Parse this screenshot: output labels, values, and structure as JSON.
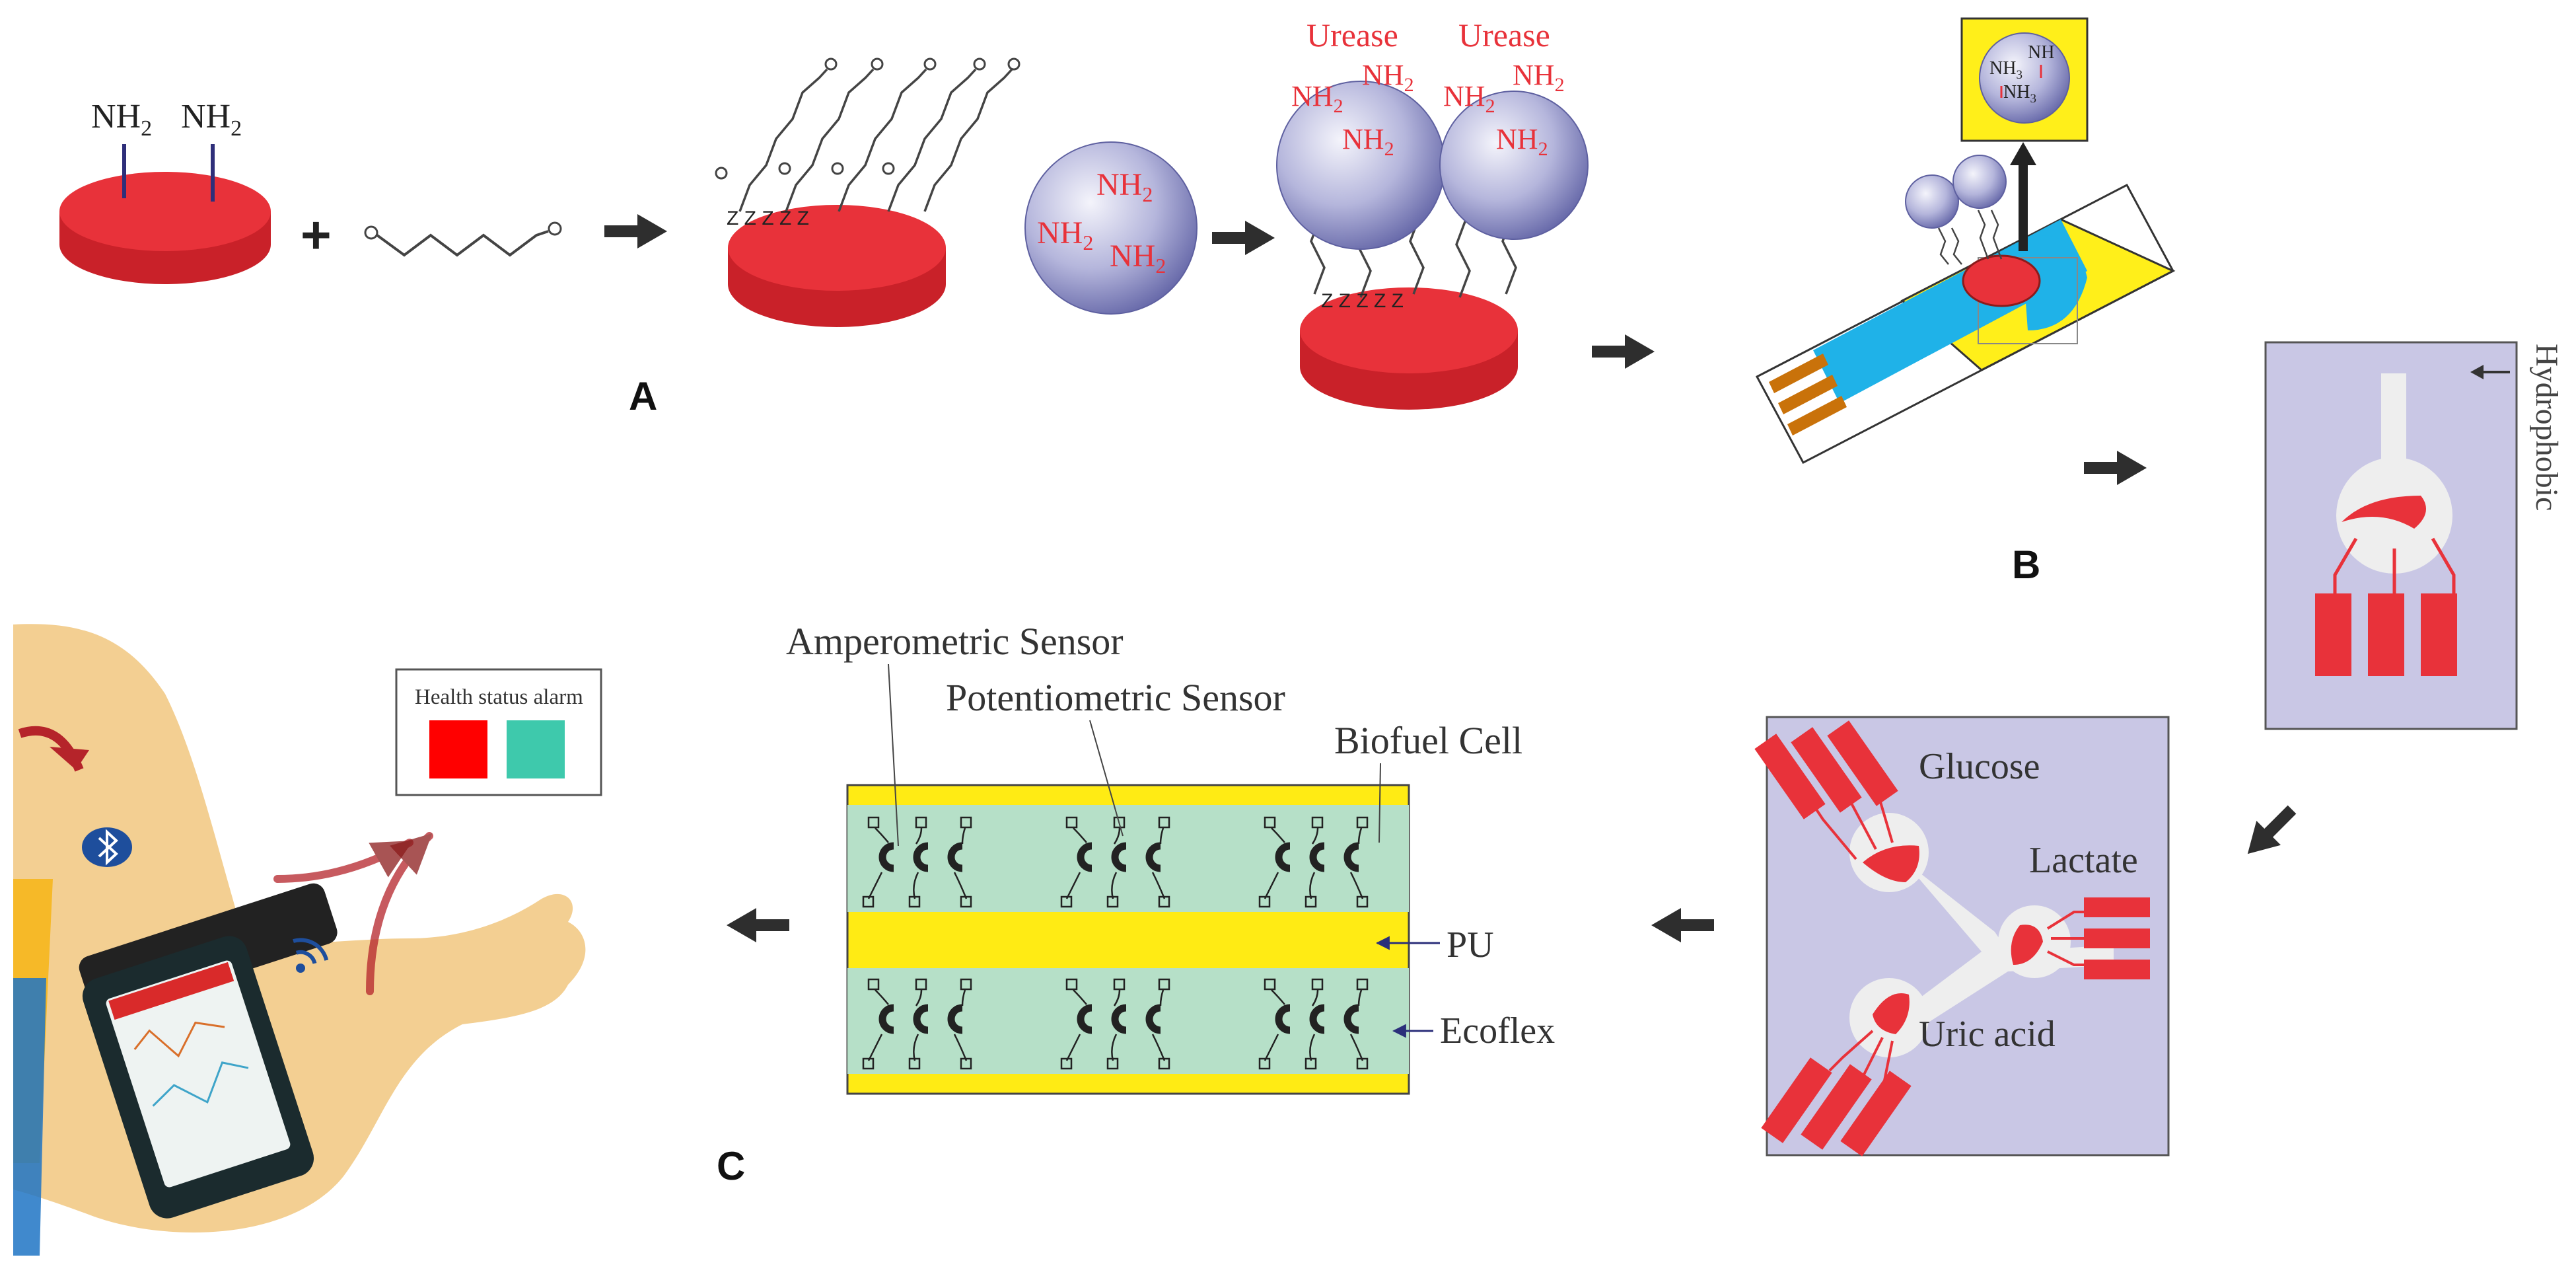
{
  "colors": {
    "disk_red": "#e8323a",
    "disk_edge": "#c81f27",
    "sphere_light": "#f2f2fa",
    "sphere_dark": "#6d6fb0",
    "strip_blue": "#1fb2e8",
    "strip_yellow": "#ffef1a",
    "lavender": "#c9c7e5",
    "sensor_green": "#b6e0c8",
    "pu_yellow": "#ffeb14",
    "teal": "#3ec9ac",
    "skin": "#f3cf92",
    "arrow": "#2c2c2c",
    "label_red": "#e8323a"
  },
  "panel_a": {
    "label": "A",
    "amine_left": "NH",
    "amine_right": "NH",
    "subscript": "2",
    "plus": "+",
    "enzyme_amines": [
      "NH",
      "NH",
      "NH"
    ],
    "urease_label_left": "Urease",
    "urease_label_right": "Urease"
  },
  "panel_b": {
    "label": "B",
    "inset_amines": [
      "NH",
      "NH",
      "NH"
    ],
    "inset_subscripts": [
      "",
      "3",
      "3"
    ],
    "hydrophobic": "Hydrophobic"
  },
  "panel_multi": {
    "glucose": "Glucose",
    "lactate": "Lactate",
    "uric_acid": "Uric acid"
  },
  "panel_c": {
    "label": "C",
    "amperometric": "Amperometric Sensor",
    "potentiometric": "Potentiometric Sensor",
    "biofuel": "Biofuel Cell",
    "pu": "PU",
    "ecoflex": "Ecoflex",
    "alarm_title": "Health status alarm",
    "bluetooth_icon": "bluetooth-icon",
    "wireless_icon": "wireless-signal-icon"
  }
}
